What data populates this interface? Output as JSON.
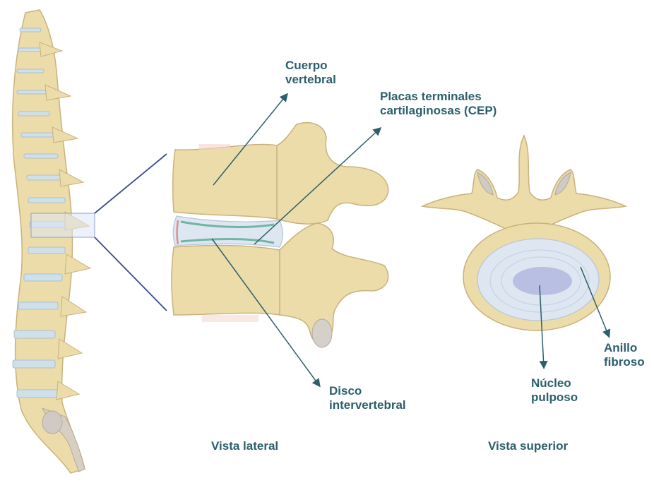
{
  "labels": {
    "vertebral_body": [
      "Cuerpo",
      "vertebral"
    ],
    "endplates": [
      "Placas terminales",
      "cartilaginosas (CEP)"
    ],
    "disc": [
      "Disco",
      "intervertebral"
    ],
    "annulus": [
      "Anillo",
      "fibroso"
    ],
    "nucleus": [
      "Núcleo",
      "pulposo"
    ]
  },
  "views": {
    "lateral": "Vista lateral",
    "superior": "Vista superior"
  },
  "colors": {
    "bone": "#ecdcaa",
    "bone_dark": "#c9b27c",
    "disc": "#dde6f1",
    "cartilage": "#6fb6a4",
    "nucleus": "#b8bfe2",
    "leader": "#2b5f6b",
    "zoom_lines": "#3b4a8c"
  }
}
